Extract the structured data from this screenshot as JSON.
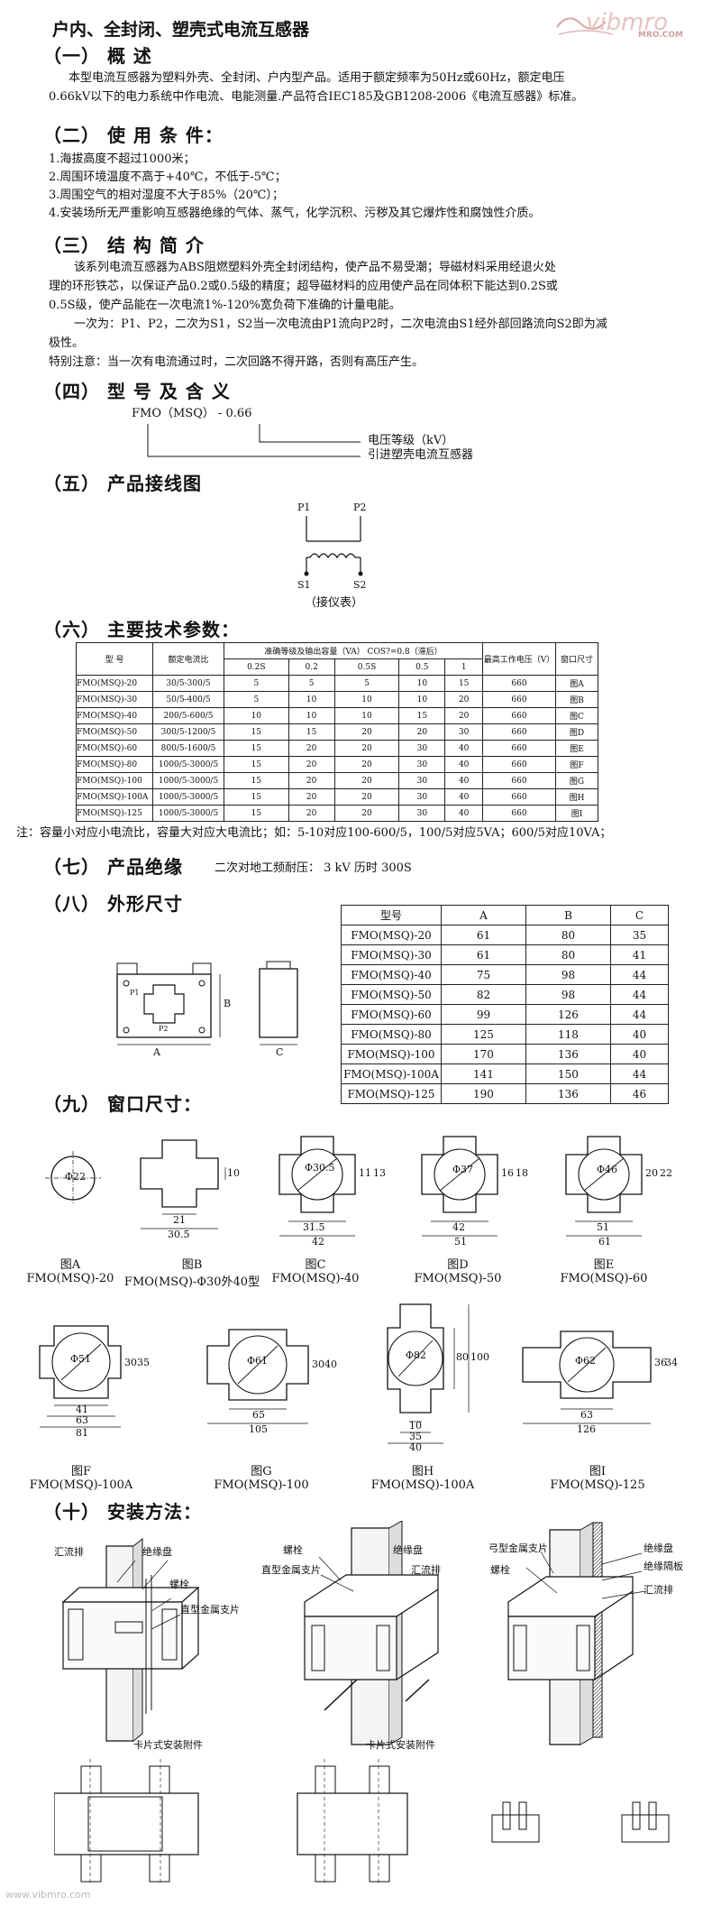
{
  "header": {
    "title": "户内、全封闭、塑壳式电流互感器",
    "logo_text": "vibmro",
    "logo_sub": "MRO.COM"
  },
  "s1": {
    "heading": "（一）    概        述",
    "p1": "本型电流互感器为塑料外壳、全封闭、户内型产品。适用于额定频率为50Hz或60Hz，额定电压",
    "p2": "0.66kV以下的电力系统中作电流、电能测量.产品符合IEC185及GB1208-2006《电流互感器》标准。"
  },
  "s2": {
    "heading": "（二）    使 用 条 件：",
    "items": [
      "1.海拔高度不超过1000米；",
      "2.周围环境温度不高于+40℃，不低于-5℃；",
      "3.周围空气的相对湿度不大于85%（20℃）；",
      "4.安装场所无严重影响互感器绝缘的气体、蒸气，化学沉积、污秽及其它爆炸性和腐蚀性介质。"
    ]
  },
  "s3": {
    "heading": "（三）      结 构 简 介",
    "lines": [
      "该系列电流互感器为ABS阻燃塑料外壳全封闭结构，使产品不易受潮；导磁材料采用经退火处",
      "理的环形铁芯，以保证产品0.2或0.5级的精度；超导磁材料的应用使产品在同体积下能达到0.2S或",
      "0.5S级，使产品能在一次电流1%-120%宽负荷下准确的计量电能。",
      "一次为：P1、P2，二次为S1，S2当一次电流由P1流向P2时，二次电流由S1经外部回路流向S2即为减",
      "极性。",
      "特别注意：当一次有电流通过时，二次回路不得开路，否则有高压产生。"
    ]
  },
  "s4": {
    "heading": "（四）    型 号 及 含 义",
    "model": "FMO（MSQ） -  0.66",
    "meaning1": "电压等级（kV）",
    "meaning2": "引进塑壳电流互感器"
  },
  "s5": {
    "heading": "（五）     产品接线图",
    "p1": "P1",
    "p2": "P2",
    "s1": "S1",
    "s2": "S2",
    "caption": "（接仪表）"
  },
  "s6": {
    "heading": "（六）     主要技术参数：",
    "col_model": "型    号",
    "col_ratio": "额定电流比",
    "col_group": "准确等级及输出容量（VA） COS?=0.8（滞后）",
    "col_volt": "最高工作电压（V）",
    "col_window": "窗口尺寸",
    "classes": [
      "0.2S",
      "0.2",
      "0.5S",
      "0.5",
      "1"
    ],
    "rows": [
      [
        "FMO(MSQ)-20",
        "30/5-300/5",
        "5",
        "5",
        "5",
        "10",
        "15",
        "660",
        "图A"
      ],
      [
        "FMO(MSQ)-30",
        "50/5-400/5",
        "5",
        "10",
        "10",
        "10",
        "20",
        "660",
        "图B"
      ],
      [
        "FMO(MSQ)-40",
        "200/5-600/5",
        "10",
        "10",
        "10",
        "15",
        "20",
        "660",
        "图C"
      ],
      [
        "FMO(MSQ)-50",
        "300/5-1200/5",
        "15",
        "15",
        "20",
        "20",
        "30",
        "660",
        "图D"
      ],
      [
        "FMO(MSQ)-60",
        "800/5-1600/5",
        "15",
        "20",
        "20",
        "30",
        "40",
        "660",
        "图E"
      ],
      [
        "FMO(MSQ)-80",
        "1000/5-3000/5",
        "15",
        "20",
        "20",
        "30",
        "40",
        "660",
        "图F"
      ],
      [
        "FMO(MSQ)-100",
        "1000/5-3000/5",
        "15",
        "20",
        "20",
        "30",
        "40",
        "660",
        "图G"
      ],
      [
        "FMO(MSQ)-100A",
        "1000/5-3000/5",
        "15",
        "20",
        "20",
        "30",
        "40",
        "660",
        "图H"
      ],
      [
        "FMO(MSQ)-125",
        "1000/5-3000/5",
        "15",
        "20",
        "20",
        "30",
        "40",
        "660",
        "图I"
      ]
    ],
    "note": "注：容量小对应小电流比，容量大对应大电流比；如：5-10对应100-600/5，100/5对应5VA；600/5对应10VA；"
  },
  "s7": {
    "heading": "（七）     产品绝缘",
    "text": "二次对地工频耐压：    3   kV     历时    300S"
  },
  "s8": {
    "heading": "（八）     外形尺寸",
    "headers": [
      "型号",
      "A",
      "B",
      "C"
    ],
    "rows": [
      [
        "FMO(MSQ)-20",
        "61",
        "80",
        "35"
      ],
      [
        "FMO(MSQ)-30",
        "61",
        "80",
        "41"
      ],
      [
        "FMO(MSQ)-40",
        "75",
        "98",
        "44"
      ],
      [
        "FMO(MSQ)-50",
        "82",
        "98",
        "44"
      ],
      [
        "FMO(MSQ)-60",
        "99",
        "126",
        "44"
      ],
      [
        "FMO(MSQ)-80",
        "125",
        "118",
        "40"
      ],
      [
        "FMO(MSQ)-100",
        "170",
        "136",
        "40"
      ],
      [
        "FMO(MSQ)-100A",
        "141",
        "150",
        "44"
      ],
      [
        "FMO(MSQ)-125",
        "190",
        "136",
        "46"
      ]
    ],
    "label_a": "A",
    "label_b": "B",
    "label_c": "C",
    "p1": "P1",
    "p2": "P2"
  },
  "s9": {
    "heading": "（九）   窗口尺寸：",
    "figs": [
      {
        "fig": "图A",
        "model": "FMO(MSQ)-20"
      },
      {
        "fig": "图B",
        "model": "FMO(MSQ)-Φ30外40型"
      },
      {
        "fig": "图C",
        "model": "FMO(MSQ)-40"
      },
      {
        "fig": "图D",
        "model": "FMO(MSQ)-50"
      },
      {
        "fig": "图E",
        "model": "FMO(MSQ)-60"
      },
      {
        "fig": "图F",
        "model": "FMO(MSQ)-100A"
      },
      {
        "fig": "图G",
        "model": "FMO(MSQ)-100"
      },
      {
        "fig": "图H",
        "model": "FMO(MSQ)-100A"
      },
      {
        "fig": "图I",
        "model": "FMO(MSQ)-125"
      }
    ],
    "dims": {
      "a": [
        "Φ22"
      ],
      "b": [
        "21",
        "30.5",
        "10"
      ],
      "c": [
        "Φ30.5",
        "31.5",
        "42",
        "11",
        "13"
      ],
      "d": [
        "Φ37",
        "42",
        "51",
        "16",
        "18"
      ],
      "e": [
        "Φ46",
        "51",
        "61",
        "20",
        "22"
      ],
      "f": [
        "Φ51",
        "41",
        "63",
        "81",
        "30",
        "35"
      ],
      "g": [
        "Φ61",
        "65",
        "105",
        "30",
        "40"
      ],
      "h": [
        "Φ82",
        "10",
        "35",
        "40",
        "80",
        "100"
      ],
      "i": [
        "Φ62",
        "63",
        "126",
        "36",
        "34"
      ]
    }
  },
  "s10": {
    "heading": "（十）  安装方法：",
    "labels": {
      "busbar": "汇流排",
      "insulator": "绝缘盘",
      "bolt": "螺栓",
      "bracket_straight": "直型金属支片",
      "bracket_bow": "弓型金属支片",
      "insul_board": "绝缘隔板",
      "clip1": "卡片式安装附件",
      "clip2": "卡片式安装附件"
    }
  },
  "footer": {
    "url": "www.vibmro.com"
  }
}
